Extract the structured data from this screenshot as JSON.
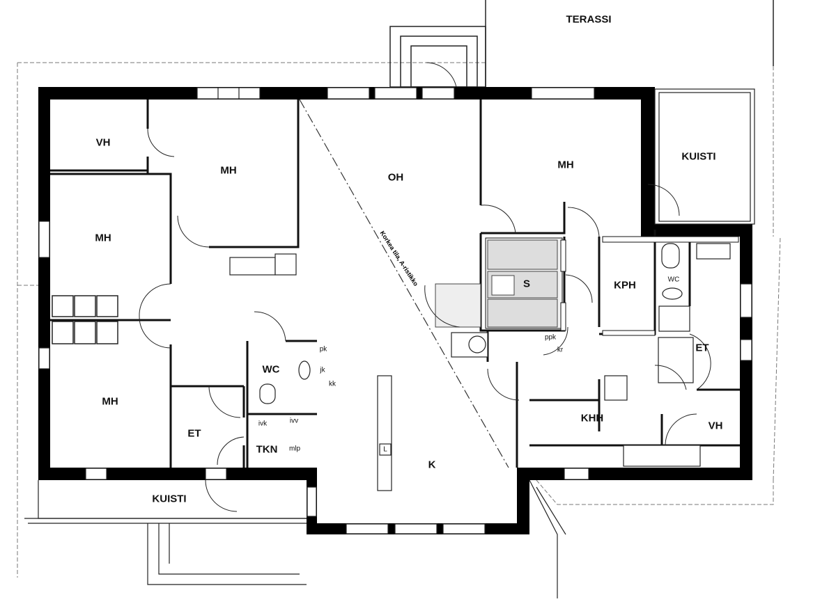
{
  "rooms": {
    "terassi": "TERASSI",
    "vh_top": "VH",
    "mh_top": "MH",
    "oh": "OH",
    "mh_right": "MH",
    "kuisti_right": "KUISTI",
    "mh_left": "MH",
    "s": "S",
    "kph": "KPH",
    "wc_kph": "WC",
    "et_right": "ET",
    "wc": "WC",
    "mh_bottom": "MH",
    "et_left": "ET",
    "tkn": "TKN",
    "khh": "KHH",
    "vh_right": "VH",
    "k": "K",
    "kuisti_bottom": "KUISTI"
  },
  "small_labels": {
    "pk": "pk",
    "jk": "jk",
    "kk": "kk",
    "ivk": "ivk",
    "ivv": "ivv",
    "mlp": "mlp",
    "ppk": "ppk",
    "kr": "kr",
    "l": "L"
  },
  "annotation": "Korkea tila, A-ristikko",
  "colors": {
    "wall": "#000000",
    "line": "#222222",
    "background": "#ffffff"
  }
}
